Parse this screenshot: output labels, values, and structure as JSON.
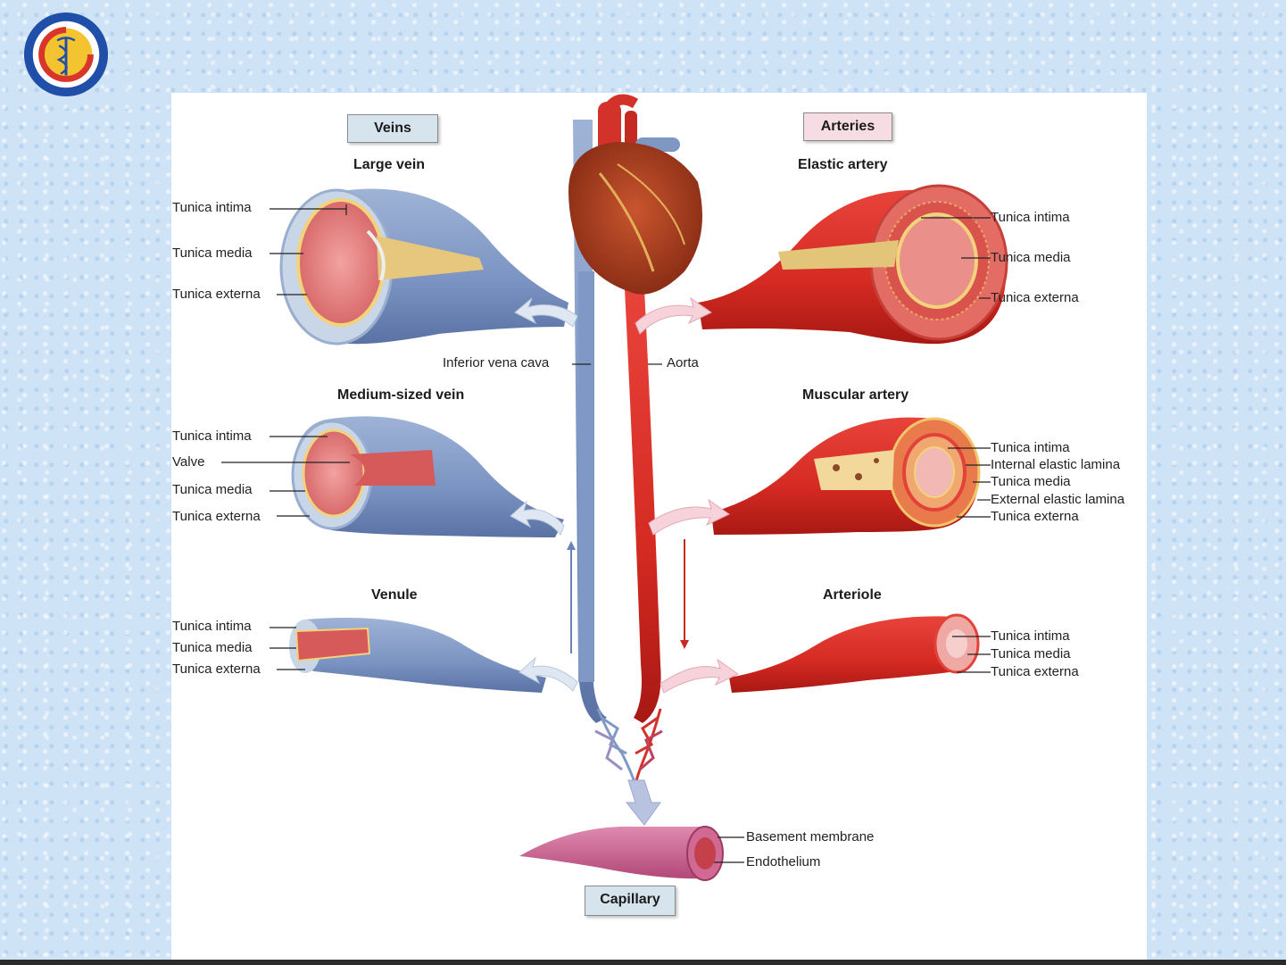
{
  "colors": {
    "vein": "#7f97c3",
    "artery": "#d62a24",
    "veins_box": "#d6e4ee",
    "arteries_box": "#f6dde4",
    "capillary": "#c95b86"
  },
  "logo": {
    "icon": "caduceus-emblem-icon"
  },
  "diagram": {
    "headers": {
      "veins": "Veins",
      "arteries": "Arteries",
      "capillary": "Capillary"
    },
    "vessels": {
      "large_vein": "Large vein",
      "elastic_artery": "Elastic artery",
      "medium_vein": "Medium-sized vein",
      "muscular_artery": "Muscular artery",
      "venule": "Venule",
      "arteriole": "Arteriole"
    },
    "large_vein_labels": [
      "Tunica intima",
      "Tunica media",
      "Tunica externa"
    ],
    "elastic_artery_labels": [
      "Tunica intima",
      "Tunica media",
      "Tunica externa"
    ],
    "central": {
      "ivc": "Inferior vena cava",
      "aorta": "Aorta"
    },
    "medium_vein_labels": [
      "Tunica intima",
      "Valve",
      "Tunica media",
      "Tunica externa"
    ],
    "muscular_artery_labels": [
      "Tunica intima",
      "Internal elastic lamina",
      "Tunica media",
      "External elastic lamina",
      "Tunica externa"
    ],
    "venule_labels": [
      "Tunica intima",
      "Tunica media",
      "Tunica externa"
    ],
    "arteriole_labels": [
      "Tunica intima",
      "Tunica media",
      "Tunica externa"
    ],
    "capillary_labels": [
      "Basement membrane",
      "Endothelium"
    ]
  }
}
